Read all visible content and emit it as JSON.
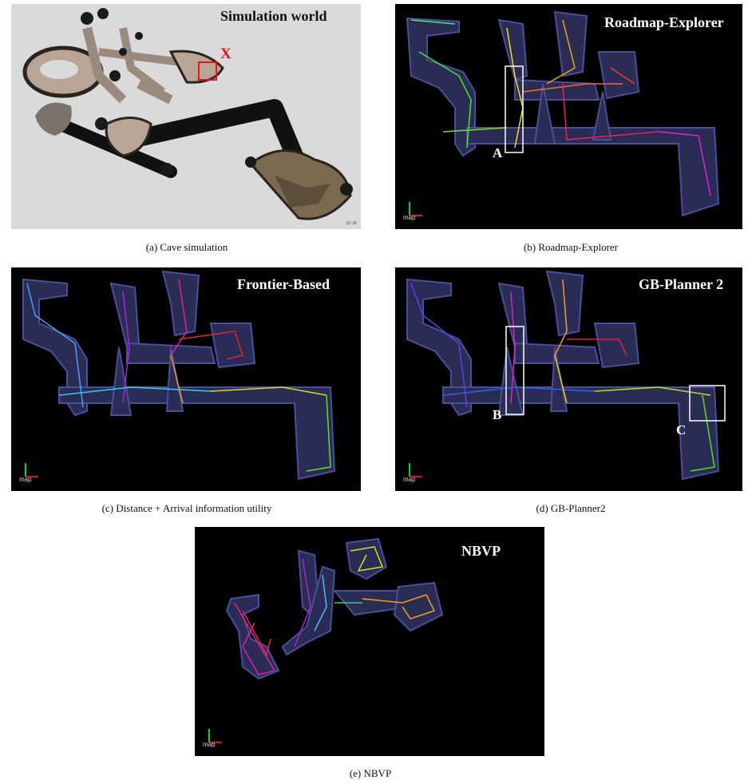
{
  "panels": {
    "a": {
      "title": "Simulation world",
      "caption": "(a) Cave simulation",
      "marker": "X",
      "readout": "82.38"
    },
    "b": {
      "title": "Roadmap-Explorer",
      "caption": "(b) Roadmap-Explorer",
      "markers": [
        "A"
      ],
      "axis_label": "map"
    },
    "c": {
      "title": "Frontier-Based",
      "caption": "(c) Distance + Arrival information utility",
      "axis_label": "map"
    },
    "d": {
      "title": "GB-Planner 2",
      "caption": "(d) GB-Planner2",
      "markers": [
        "B",
        "C"
      ],
      "axis_label": "map"
    },
    "e": {
      "title": "NBVP",
      "caption": "(e) NBVP",
      "axis_label": "map"
    }
  },
  "colors": {
    "map_background": "#000000",
    "cave_outline": "#4a4f9a",
    "cave_fill": "#2a2c55",
    "highlight_box": "#ffffff",
    "x_marker": "#e0161b",
    "axis_green": "#19d119",
    "axis_red": "#e01414"
  }
}
